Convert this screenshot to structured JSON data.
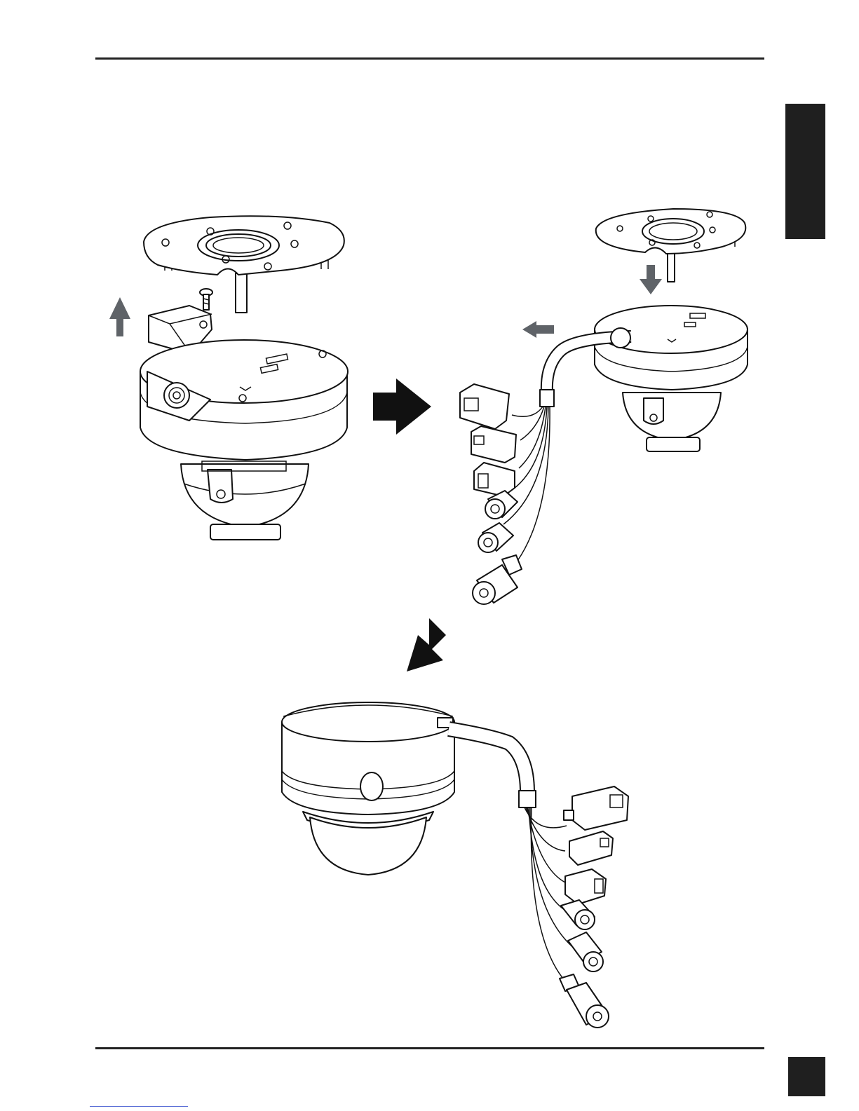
{
  "document": {
    "header_text": "",
    "footer_text": "",
    "page_number": ""
  },
  "colors": {
    "ink": "#111111",
    "arrow_gray": "#5f6368",
    "tab_black": "#1f1f1f"
  },
  "figures": [
    {
      "id": "step-remove-cover",
      "icon": "dome-camera-exploded-icon"
    },
    {
      "id": "step-route-cable",
      "icon": "dome-camera-cable-icon"
    },
    {
      "id": "step-assembled",
      "icon": "dome-camera-assembled-icon"
    }
  ]
}
